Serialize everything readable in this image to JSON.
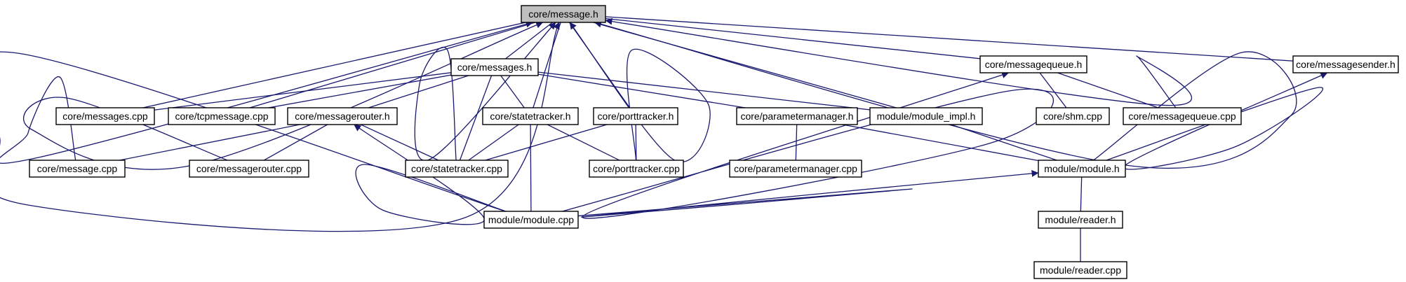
{
  "graph": {
    "edge_color": "#191970",
    "root_fill": "#bfbfbf",
    "nodes": [
      {
        "id": "message_h",
        "label": "core/message.h"
      },
      {
        "id": "messages_h",
        "label": "core/messages.h"
      },
      {
        "id": "messagequeue_h",
        "label": "core/messagequeue.h"
      },
      {
        "id": "messagesender_h",
        "label": "core/messagesender.h"
      },
      {
        "id": "messages_cpp",
        "label": "core/messages.cpp"
      },
      {
        "id": "tcpmessage_cpp",
        "label": "core/tcpmessage.cpp"
      },
      {
        "id": "messagerouter_h",
        "label": "core/messagerouter.h"
      },
      {
        "id": "statetracker_h",
        "label": "core/statetracker.h"
      },
      {
        "id": "porttracker_h",
        "label": "core/porttracker.h"
      },
      {
        "id": "parametermanager_h",
        "label": "core/parametermanager.h"
      },
      {
        "id": "module_impl_h",
        "label": "module/module_impl.h"
      },
      {
        "id": "shm_cpp",
        "label": "core/shm.cpp"
      },
      {
        "id": "messagequeue_cpp",
        "label": "core/messagequeue.cpp"
      },
      {
        "id": "message_cpp",
        "label": "core/message.cpp"
      },
      {
        "id": "messagerouter_cpp",
        "label": "core/messagerouter.cpp"
      },
      {
        "id": "statetracker_cpp",
        "label": "core/statetracker.cpp"
      },
      {
        "id": "porttracker_cpp",
        "label": "core/porttracker.cpp"
      },
      {
        "id": "parametermanager_cpp",
        "label": "core/parametermanager.cpp"
      },
      {
        "id": "module_h",
        "label": "module/module.h"
      },
      {
        "id": "module_cpp",
        "label": "module/module.cpp"
      },
      {
        "id": "reader_h",
        "label": "module/reader.h"
      },
      {
        "id": "reader_cpp",
        "label": "module/reader.cpp"
      }
    ],
    "edges": [
      [
        "message_h",
        "messages_h"
      ],
      [
        "message_h",
        "messagequeue_h"
      ],
      [
        "message_h",
        "messagesender_h"
      ],
      [
        "message_h",
        "messages_cpp"
      ],
      [
        "message_h",
        "tcpmessage_cpp"
      ],
      [
        "message_h",
        "statetracker_h"
      ],
      [
        "message_h",
        "porttracker_h"
      ],
      [
        "message_h",
        "module_impl_h"
      ],
      [
        "message_h",
        "messagequeue_cpp"
      ],
      [
        "message_h",
        "message_cpp"
      ],
      [
        "message_h",
        "messagerouter_cpp"
      ],
      [
        "message_h",
        "statetracker_cpp"
      ],
      [
        "message_h",
        "porttracker_cpp"
      ],
      [
        "message_h",
        "module_h"
      ],
      [
        "message_h",
        "module_cpp"
      ],
      [
        "messages_h",
        "messages_cpp"
      ],
      [
        "messages_h",
        "tcpmessage_cpp"
      ],
      [
        "messages_h",
        "messagerouter_h"
      ],
      [
        "messages_h",
        "statetracker_h"
      ],
      [
        "messages_h",
        "statetracker_cpp"
      ],
      [
        "messages_h",
        "parametermanager_h"
      ],
      [
        "messages_h",
        "module_impl_h"
      ],
      [
        "messagerouter_h",
        "message_cpp"
      ],
      [
        "messagerouter_h",
        "messagerouter_cpp"
      ],
      [
        "messagerouter_h",
        "statetracker_cpp"
      ],
      [
        "messagerouter_h",
        "module_cpp"
      ],
      [
        "statetracker_h",
        "statetracker_cpp"
      ],
      [
        "statetracker_h",
        "porttracker_cpp"
      ],
      [
        "statetracker_h",
        "module_cpp"
      ],
      [
        "porttracker_h",
        "statetracker_cpp"
      ],
      [
        "porttracker_h",
        "porttracker_cpp"
      ],
      [
        "parametermanager_h",
        "parametermanager_cpp"
      ],
      [
        "parametermanager_h",
        "module_h"
      ],
      [
        "module_impl_h",
        "module_h"
      ],
      [
        "messagequeue_h",
        "shm_cpp"
      ],
      [
        "messagequeue_h",
        "messagequeue_cpp"
      ],
      [
        "messagequeue_h",
        "module_cpp"
      ],
      [
        "messagesender_h",
        "module_h"
      ],
      [
        "module_h",
        "module_cpp"
      ],
      [
        "module_h",
        "reader_h"
      ],
      [
        "reader_h",
        "reader_cpp"
      ]
    ]
  }
}
